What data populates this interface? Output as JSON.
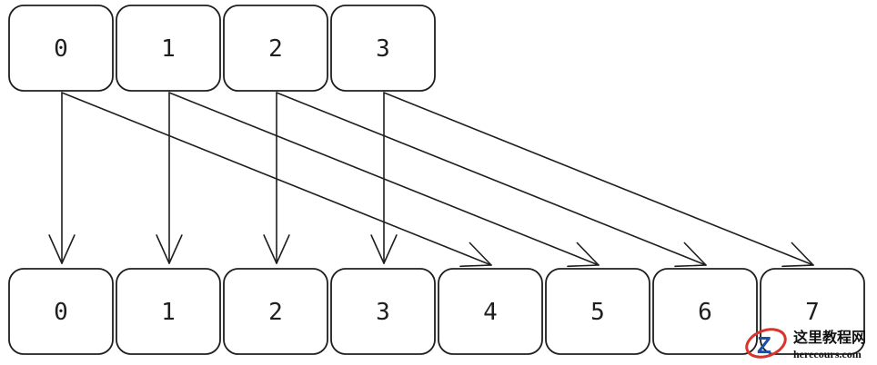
{
  "diagram": {
    "top_row": {
      "labels": [
        "0",
        "1",
        "2",
        "3"
      ]
    },
    "bottom_row": {
      "labels": [
        "0",
        "1",
        "2",
        "3",
        "4",
        "5",
        "6",
        "7"
      ]
    },
    "arrows": [
      {
        "from": 0,
        "to": 0
      },
      {
        "from": 0,
        "to": 4
      },
      {
        "from": 1,
        "to": 1
      },
      {
        "from": 1,
        "to": 5
      },
      {
        "from": 2,
        "to": 2
      },
      {
        "from": 2,
        "to": 6
      },
      {
        "from": 3,
        "to": 3
      },
      {
        "from": 3,
        "to": 7
      }
    ],
    "stroke_color": "#1e1e1e"
  },
  "watermark": {
    "title": "这里教程网",
    "subtitle": "herecours.com",
    "logo_letter": "Z",
    "logo_colors": {
      "ring": "#d9342b",
      "letter": "#1b4fa0"
    }
  }
}
